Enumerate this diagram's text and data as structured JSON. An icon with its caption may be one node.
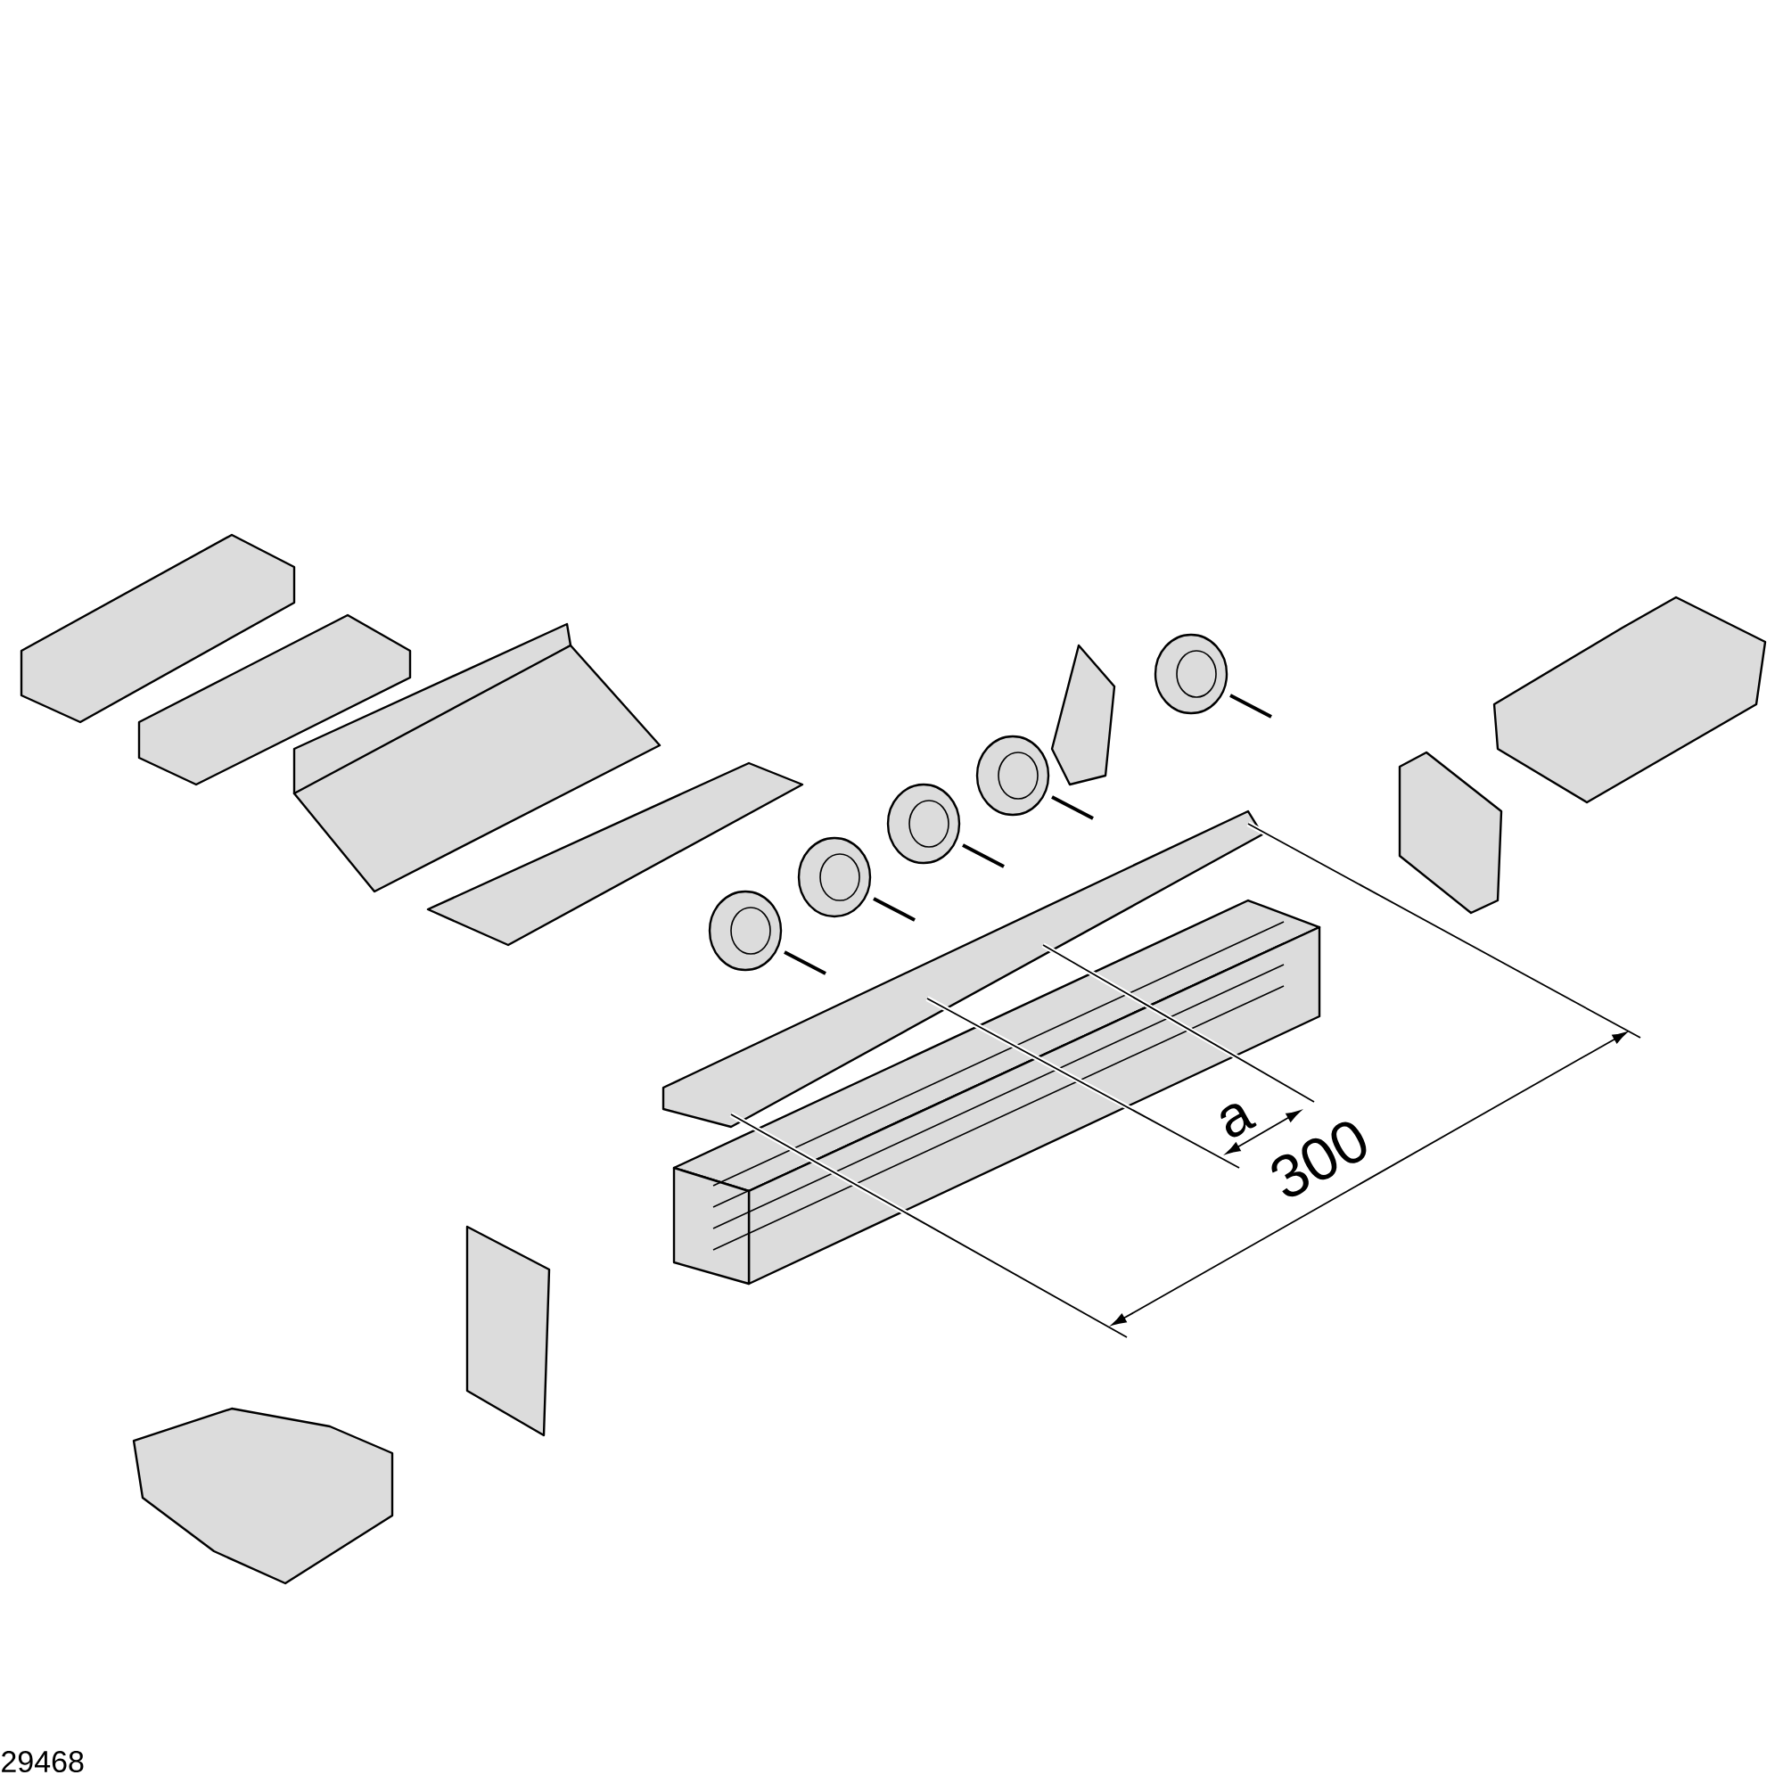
{
  "diagram": {
    "labels": [
      "a",
      "300",
      "29468"
    ]
  }
}
